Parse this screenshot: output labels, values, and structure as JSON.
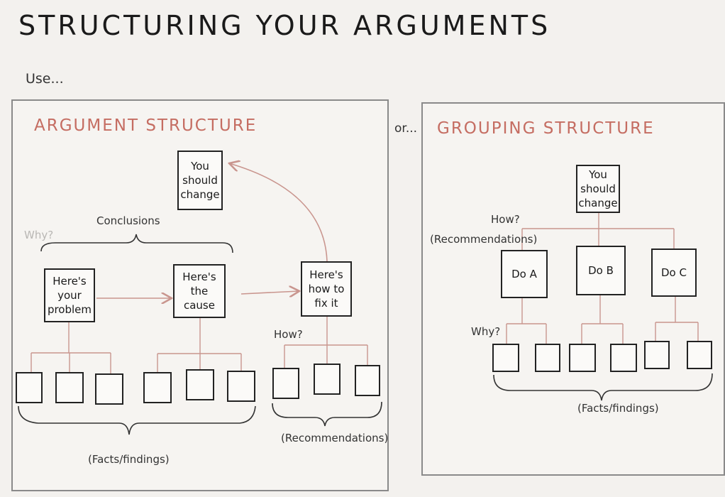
{
  "page": {
    "title": "STRUCTURING YOUR ARGUMENTS",
    "use_label": "Use...",
    "or_label": "or..."
  },
  "argument_structure": {
    "title": "ARGUMENT STRUCTURE",
    "top_box": "You\nshould\nchange",
    "boxes": [
      "Here's\nyour\nproblem",
      "Here's\nthe\ncause",
      "Here's\nhow to\nfix it"
    ],
    "conclusions_label": "Conclusions",
    "why_label": "Why?",
    "how_label": "How?",
    "facts_label": "(Facts/findings)",
    "recommendations_label": "(Recommendations)"
  },
  "grouping_structure": {
    "title": "GROUPING STRUCTURE",
    "top_box": "You\nshould\nchange",
    "boxes": [
      "Do A",
      "Do B",
      "Do C"
    ],
    "how_label": "How?",
    "recommendations_label": "(Recommendations)",
    "why_label": "Why?",
    "facts_label": "(Facts/findings)"
  },
  "colors": {
    "accent": "#c56d62",
    "connector": "#c9958e",
    "ink": "#222222"
  }
}
